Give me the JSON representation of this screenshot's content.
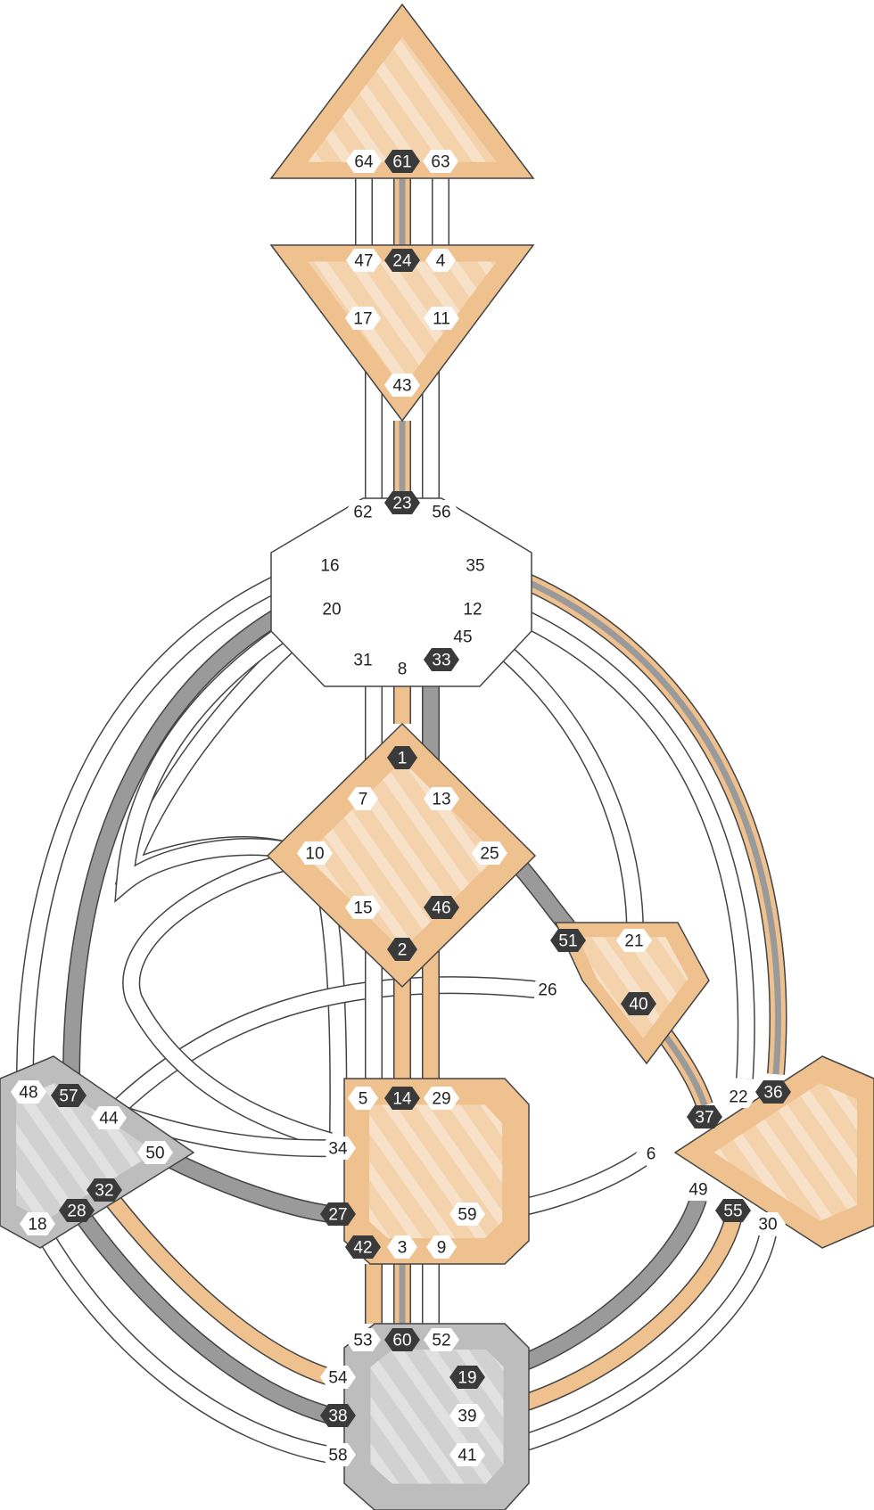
{
  "colors": {
    "defined": "#eec18f",
    "defined_dark": "#e5b27c",
    "defined_light": "#f4d6b3",
    "motor_grey": "#bdbdbd",
    "grey_dark": "#9e9e9e",
    "grey_light": "#d6d6d6",
    "open": "#ffffff",
    "outline": "#444444",
    "active_gate_bg": "#3a3a3a",
    "active_gate_text": "#ffffff",
    "inactive_gate_bg": "#ffffff",
    "inactive_gate_text": "#222222",
    "channel_grey": "#9a9a9a",
    "channel_orange": "#eec18f"
  },
  "centers": [
    {
      "id": "head",
      "name": "Head",
      "defined": true,
      "fill": "orange"
    },
    {
      "id": "ajna",
      "name": "Ajna",
      "defined": true,
      "fill": "orange"
    },
    {
      "id": "throat",
      "name": "Throat",
      "defined": false,
      "fill": "white"
    },
    {
      "id": "g",
      "name": "G",
      "defined": true,
      "fill": "orange"
    },
    {
      "id": "heart",
      "name": "Heart",
      "defined": true,
      "fill": "orange"
    },
    {
      "id": "sacral",
      "name": "Sacral",
      "defined": true,
      "fill": "orange"
    },
    {
      "id": "spleen",
      "name": "Spleen",
      "defined": true,
      "fill": "grey"
    },
    {
      "id": "solar",
      "name": "Solar Plexus",
      "defined": true,
      "fill": "orange"
    },
    {
      "id": "root",
      "name": "Root",
      "defined": true,
      "fill": "grey"
    }
  ],
  "gates": [
    {
      "n": "64",
      "active": false
    },
    {
      "n": "61",
      "active": true
    },
    {
      "n": "63",
      "active": false
    },
    {
      "n": "47",
      "active": false
    },
    {
      "n": "24",
      "active": true
    },
    {
      "n": "4",
      "active": false
    },
    {
      "n": "17",
      "active": false
    },
    {
      "n": "11",
      "active": false
    },
    {
      "n": "43",
      "active": false
    },
    {
      "n": "23",
      "active": true
    },
    {
      "n": "62",
      "active": false
    },
    {
      "n": "56",
      "active": false
    },
    {
      "n": "16",
      "active": false
    },
    {
      "n": "35",
      "active": false
    },
    {
      "n": "20",
      "active": false
    },
    {
      "n": "12",
      "active": false
    },
    {
      "n": "45",
      "active": false
    },
    {
      "n": "31",
      "active": false
    },
    {
      "n": "8",
      "active": false
    },
    {
      "n": "33",
      "active": true
    },
    {
      "n": "1",
      "active": true
    },
    {
      "n": "7",
      "active": false
    },
    {
      "n": "13",
      "active": false
    },
    {
      "n": "10",
      "active": false
    },
    {
      "n": "25",
      "active": false
    },
    {
      "n": "15",
      "active": false
    },
    {
      "n": "46",
      "active": true
    },
    {
      "n": "2",
      "active": true
    },
    {
      "n": "51",
      "active": true
    },
    {
      "n": "21",
      "active": false
    },
    {
      "n": "26",
      "active": false
    },
    {
      "n": "40",
      "active": true
    },
    {
      "n": "48",
      "active": false
    },
    {
      "n": "57",
      "active": true
    },
    {
      "n": "44",
      "active": false
    },
    {
      "n": "50",
      "active": false
    },
    {
      "n": "32",
      "active": true
    },
    {
      "n": "28",
      "active": true
    },
    {
      "n": "18",
      "active": false
    },
    {
      "n": "5",
      "active": false
    },
    {
      "n": "14",
      "active": true
    },
    {
      "n": "29",
      "active": false
    },
    {
      "n": "34",
      "active": false
    },
    {
      "n": "27",
      "active": true
    },
    {
      "n": "59",
      "active": false
    },
    {
      "n": "42",
      "active": true
    },
    {
      "n": "3",
      "active": false
    },
    {
      "n": "9",
      "active": false
    },
    {
      "n": "22",
      "active": false
    },
    {
      "n": "36",
      "active": true
    },
    {
      "n": "37",
      "active": true
    },
    {
      "n": "6",
      "active": false
    },
    {
      "n": "49",
      "active": false
    },
    {
      "n": "55",
      "active": true
    },
    {
      "n": "30",
      "active": false
    },
    {
      "n": "53",
      "active": false
    },
    {
      "n": "60",
      "active": true
    },
    {
      "n": "52",
      "active": false
    },
    {
      "n": "54",
      "active": false
    },
    {
      "n": "19",
      "active": true
    },
    {
      "n": "38",
      "active": true
    },
    {
      "n": "39",
      "active": false
    },
    {
      "n": "58",
      "active": false
    },
    {
      "n": "41",
      "active": false
    }
  ],
  "channels": [
    {
      "gates": [
        "61",
        "24"
      ],
      "activation": "mixed"
    },
    {
      "gates": [
        "64",
        "47"
      ],
      "activation": "none"
    },
    {
      "gates": [
        "63",
        "4"
      ],
      "activation": "none"
    },
    {
      "gates": [
        "43",
        "23"
      ],
      "activation": "mixed"
    },
    {
      "gates": [
        "17",
        "62"
      ],
      "activation": "none"
    },
    {
      "gates": [
        "11",
        "56"
      ],
      "activation": "none"
    },
    {
      "gates": [
        "31",
        "7"
      ],
      "activation": "none"
    },
    {
      "gates": [
        "8",
        "1"
      ],
      "activation": "orange"
    },
    {
      "gates": [
        "33",
        "13"
      ],
      "activation": "grey"
    },
    {
      "gates": [
        "20",
        "10"
      ],
      "activation": "none"
    },
    {
      "gates": [
        "20",
        "57"
      ],
      "activation": "grey"
    },
    {
      "gates": [
        "16",
        "48"
      ],
      "activation": "none"
    },
    {
      "gates": [
        "20",
        "34"
      ],
      "activation": "none"
    },
    {
      "gates": [
        "35",
        "36"
      ],
      "activation": "mixed"
    },
    {
      "gates": [
        "12",
        "22"
      ],
      "activation": "none"
    },
    {
      "gates": [
        "45",
        "21"
      ],
      "activation": "none"
    },
    {
      "gates": [
        "25",
        "51"
      ],
      "activation": "grey"
    },
    {
      "gates": [
        "26",
        "44"
      ],
      "activation": "none"
    },
    {
      "gates": [
        "40",
        "37"
      ],
      "activation": "mixed"
    },
    {
      "gates": [
        "15",
        "5"
      ],
      "activation": "none"
    },
    {
      "gates": [
        "2",
        "14"
      ],
      "activation": "orange"
    },
    {
      "gates": [
        "46",
        "29"
      ],
      "activation": "orange"
    },
    {
      "gates": [
        "10",
        "34"
      ],
      "activation": "none"
    },
    {
      "gates": [
        "34",
        "57"
      ],
      "activation": "none"
    },
    {
      "gates": [
        "50",
        "27"
      ],
      "activation": "grey"
    },
    {
      "gates": [
        "59",
        "6"
      ],
      "activation": "none"
    },
    {
      "gates": [
        "42",
        "53"
      ],
      "activation": "orange"
    },
    {
      "gates": [
        "3",
        "60"
      ],
      "activation": "mixed"
    },
    {
      "gates": [
        "9",
        "52"
      ],
      "activation": "none"
    },
    {
      "gates": [
        "32",
        "54"
      ],
      "activation": "orange"
    },
    {
      "gates": [
        "28",
        "38"
      ],
      "activation": "grey"
    },
    {
      "gates": [
        "18",
        "58"
      ],
      "activation": "none"
    },
    {
      "gates": [
        "19",
        "49"
      ],
      "activation": "grey"
    },
    {
      "gates": [
        "39",
        "55"
      ],
      "activation": "orange"
    },
    {
      "gates": [
        "41",
        "30"
      ],
      "activation": "none"
    }
  ]
}
